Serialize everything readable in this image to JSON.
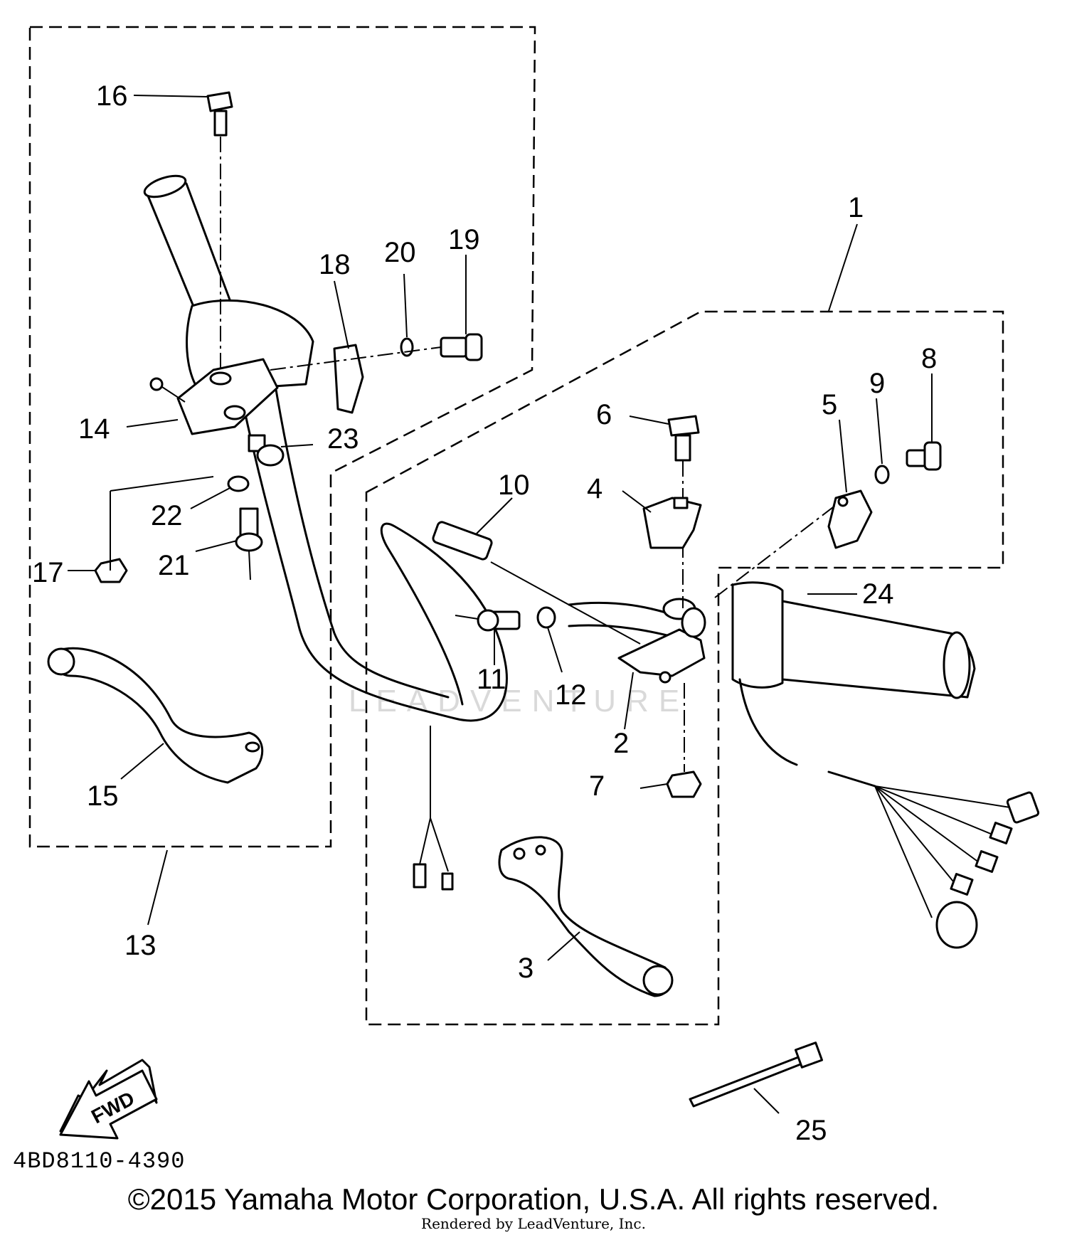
{
  "callouts": {
    "c1": "1",
    "c2": "2",
    "c3": "3",
    "c4": "4",
    "c5": "5",
    "c6": "6",
    "c7": "7",
    "c8": "8",
    "c9": "9",
    "c10": "10",
    "c11": "11",
    "c12": "12",
    "c13": "13",
    "c14": "14",
    "c15": "15",
    "c16": "16",
    "c17": "17",
    "c18": "18",
    "c19": "19",
    "c20": "20",
    "c21": "21",
    "c22": "22",
    "c23": "23",
    "c24": "24",
    "c25": "25"
  },
  "fwd_arrow": {
    "label": "FWD"
  },
  "watermark": "LEADVENTURE",
  "diagram_code": "4BD8110-4390",
  "copyright": "©2015 Yamaha Motor Corporation, U.S.A. All rights reserved.",
  "rendered_by": "Rendered by LeadVenture, Inc."
}
